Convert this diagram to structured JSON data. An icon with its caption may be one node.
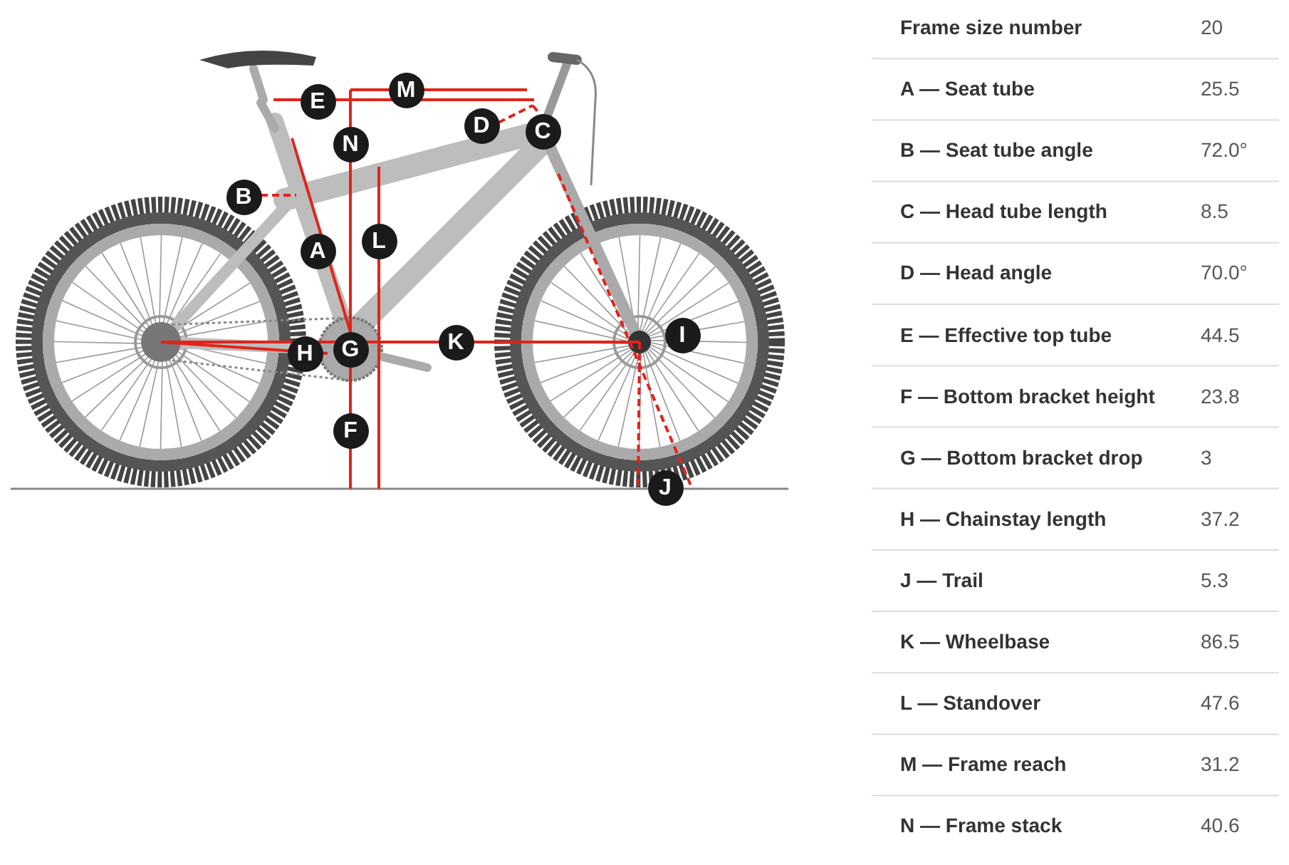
{
  "diagram": {
    "labels": [
      "M",
      "E",
      "D",
      "C",
      "N",
      "B",
      "A",
      "L",
      "K",
      "I",
      "H",
      "G",
      "F",
      "J",
      "Frame size number",
      "20",
      "A — Seat tube",
      "25.5",
      "B — Seat tube angle",
      "72.0°",
      "C — Head tube length",
      "8.5",
      "D — Head angle",
      "70.0°",
      "E — Effective top tube",
      "44.5",
      "F — Bottom bracket height",
      "23.8",
      "G — Bottom bracket drop",
      "3",
      "H — Chainstay length",
      "37.2",
      "J — Trail",
      "5.3",
      "K — Wheelbase",
      "86.5",
      "L — Standover",
      "47.6",
      "M — Frame reach",
      "31.2",
      "N — Frame stack",
      "40.6"
    ]
  }
}
